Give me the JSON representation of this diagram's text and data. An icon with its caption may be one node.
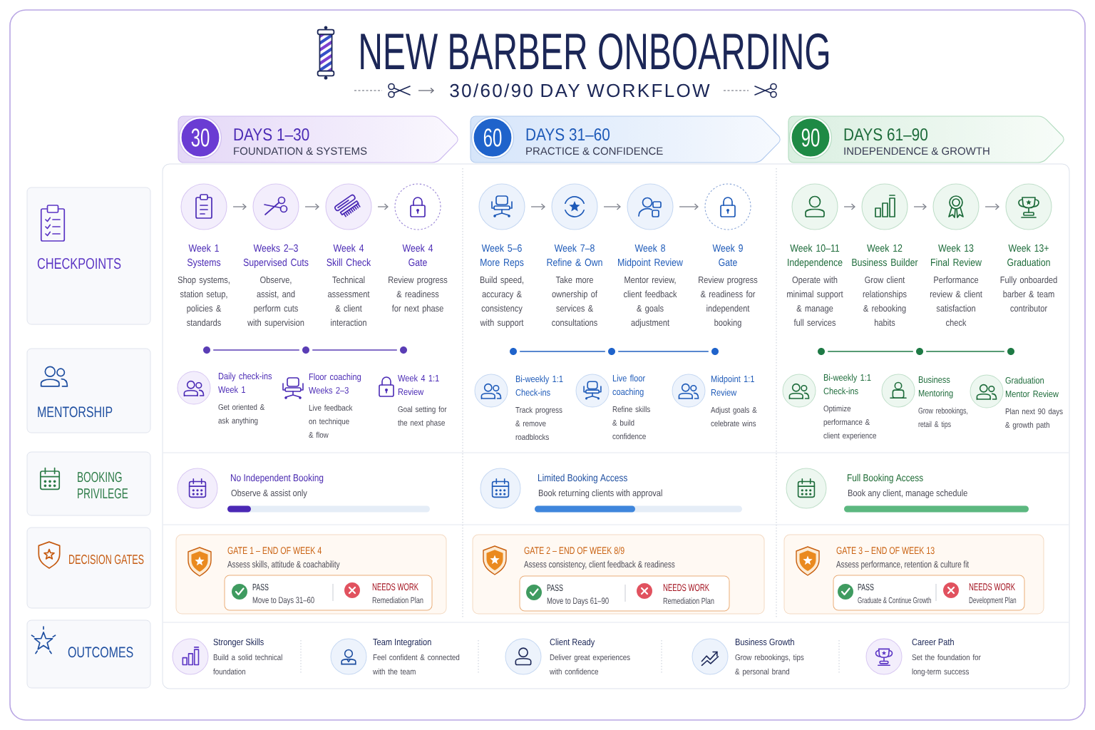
{
  "diagram": {
    "title": "NEW BARBER ONBOARDING",
    "nodes": [
      {
        "text": [
          "DAYS 1–30",
          "FOUNDATION & SYSTEMS"
        ]
      },
      {
        "text": [
          "30"
        ],
        "in": 0
      },
      {
        "text": [
          "DAYS 31–60",
          "PRACTICE & CONFIDENCE"
        ]
      },
      {
        "text": [
          "60"
        ],
        "in": 2
      },
      {
        "text": [
          "DAYS 61–90",
          "INDEPENDENCE & GROWTH"
        ]
      },
      {
        "text": [
          "90"
        ],
        "in": 4
      },
      {
        "text": [
          "CHECKPOINTS"
        ]
      },
      {
        "text": [
          "Week 1",
          "Systems",
          "Shop systems, station setup, policies & standards"
        ]
      },
      {
        "text": [
          "Weeks 2–3",
          "Supervised Cuts",
          "Observe, assist, and perform cuts with supervision"
        ]
      },
      {
        "text": [
          "Week 4",
          "Skill Check",
          "Technical assessment & client interaction"
        ]
      },
      {
        "text": [
          "Week 4",
          "Gate",
          "Review progress & readiness for next phase"
        ]
      },
      {
        "text": [
          "Week 5–6",
          "More Reps",
          "Build speed, accuracy & consistency with support"
        ]
      },
      {
        "text": [
          "Week 7–8",
          "Refine & Own",
          "Take more ownership of services & consultations"
        ]
      },
      {
        "text": [
          "Week 8",
          "Midpoint Review",
          "Mentor review, client feedback & goals adjustment"
        ]
      },
      {
        "text": [
          "Week 9",
          "Gate",
          "Review progress & readiness for independent booking"
        ]
      },
      {
        "text": [
          "Week 10–11",
          "Independence",
          "Operate with minimal support & manage full services"
        ]
      },
      {
        "text": [
          "Week 12",
          "Business Builder",
          "Grow client relationships & rebooking habits"
        ]
      },
      {
        "text": [
          "Week 13",
          "Final Review",
          "Performance review & client satisfaction check"
        ]
      },
      {
        "text": [
          "Week 13+",
          "Graduation",
          "Fully onboarded barber & team contributor"
        ]
      },
      {
        "text": [],
        "shape": "circle"
      },
      {
        "text": [],
        "shape": "circle"
      },
      {
        "text": [],
        "shape": "circle"
      },
      {
        "text": [],
        "shape": "circle"
      },
      {
        "text": [],
        "shape": "circle"
      },
      {
        "text": [],
        "shape": "circle"
      },
      {
        "text": [],
        "shape": "circle"
      },
      {
        "text": [],
        "shape": "circle"
      },
      {
        "text": [],
        "shape": "circle"
      },
      {
        "text": [
          "MENTORSHIP"
        ]
      },
      {
        "text": [
          "BOOKING PRIVILEGE"
        ]
      },
      {
        "text": [
          "DECISION GATES"
        ]
      },
      {
        "text": [
          "GATE 1 – END OF WEEK 4",
          "Assess skills, attitude & coachability"
        ]
      },
      {
        "text": [
          "PASS",
          "Move to Days 31–60",
          "NEEDS WORK",
          "Remediation Plan"
        ],
        "in": 31
      },
      {
        "text": [
          "GATE 2 – END OF WEEK 8/9",
          "Assess consistency, client feedback & readiness"
        ]
      },
      {
        "text": [
          "PASS",
          "Move to Days 61–90",
          "NEEDS WORK",
          "Remediation Plan"
        ],
        "in": 33
      },
      {
        "text": [
          "GATE 3 – END OF WEEK 13",
          "Assess performance, retention & culture fit"
        ]
      },
      {
        "text": [
          "PASS",
          "Graduate & Continue Growth",
          "NEEDS WORK",
          "Development Plan"
        ],
        "in": 35
      },
      {
        "text": [
          "OUTCOMES"
        ]
      }
    ],
    "edges": [
      {
        "from": 7,
        "to": 8,
        "arrow": "to"
      },
      {
        "from": 8,
        "to": 9,
        "arrow": "to"
      },
      {
        "from": 9,
        "to": 10,
        "arrow": "to"
      },
      {
        "from": 11,
        "to": 12,
        "arrow": "to"
      },
      {
        "from": 12,
        "to": 13,
        "arrow": "to"
      },
      {
        "from": 13,
        "to": 14,
        "arrow": "to"
      },
      {
        "from": 15,
        "to": 16,
        "arrow": "to"
      },
      {
        "from": 16,
        "to": 17,
        "arrow": "to"
      },
      {
        "from": 17,
        "to": 18,
        "arrow": "to"
      },
      {
        "from": 19,
        "to": 20,
        "arrow": "none",
        "color": "#5a3db5"
      },
      {
        "from": 20,
        "to": 21,
        "arrow": "none",
        "color": "#5a3db5"
      },
      {
        "from": 22,
        "to": 23,
        "arrow": "none",
        "color": "#1f5fbf"
      },
      {
        "from": 23,
        "to": 24,
        "arrow": "none",
        "color": "#1f5fbf"
      },
      {
        "from": 25,
        "to": 26,
        "arrow": "none",
        "color": "#1e7a45"
      },
      {
        "from": 26,
        "to": 27,
        "arrow": "none",
        "color": "#1e7a45"
      }
    ],
    "labels": [
      "30/60/90 DAY WORKFLOW",
      "Daily check-ins Week 1",
      "Get oriented & ask anything",
      "Floor coaching Weeks 2–3",
      "Live feedback on technique & flow",
      "Week 4 1:1 Review",
      "Goal setting for the next phase",
      "Bi-weekly 1:1 Check-ins",
      "Track progress & remove roadblocks",
      "Live floor coaching",
      "Refine skills & build confidence",
      "Midpoint 1:1 Review",
      "Adjust goals & celebrate wins",
      "Bi-weekly 1:1 Check-ins",
      "Optimize performance & client experience",
      "Business Mentoring",
      "Grow rebookings, retail & tips",
      "Graduation Mentor Review",
      "Plan next 90 days & growth path",
      "No Independent Booking",
      "Observe & assist only",
      "Limited Booking Access",
      "Book returning clients with approval",
      "Full Booking Access",
      "Book any client, manage schedule",
      "Stronger Skills",
      "Build a solid technical foundation",
      "Team Integration",
      "Feel confident & connected with the team",
      "Client Ready",
      "Deliver great experiences with confidence",
      "Business Growth",
      "Grow rebookings, tips & personal brand",
      "Career Path",
      "Set the foundation for long-term success"
    ]
  }
}
